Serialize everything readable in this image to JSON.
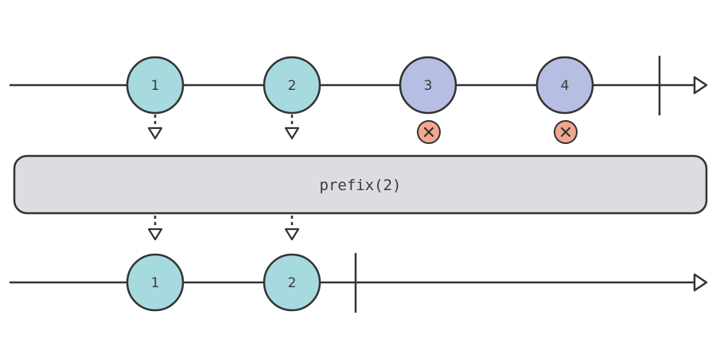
{
  "colors": {
    "line": "#333333",
    "emitted_marble": "#a6dade",
    "dropped_marble": "#b6bfe3",
    "cancel_badge": "#f2a78f",
    "operator_box": "#dcdde2",
    "background": "#ffffff"
  },
  "operator": {
    "label": "prefix(2)"
  },
  "input_stream": {
    "marbles": [
      {
        "label": "1",
        "emitted": true
      },
      {
        "label": "2",
        "emitted": true
      },
      {
        "label": "3",
        "emitted": false
      },
      {
        "label": "4",
        "emitted": false
      }
    ],
    "completed": true
  },
  "output_stream": {
    "marbles": [
      {
        "label": "1"
      },
      {
        "label": "2"
      }
    ],
    "completed": true
  },
  "icons": {
    "arrowhead": "triangle-arrow-icon",
    "dropped": "x-icon"
  }
}
